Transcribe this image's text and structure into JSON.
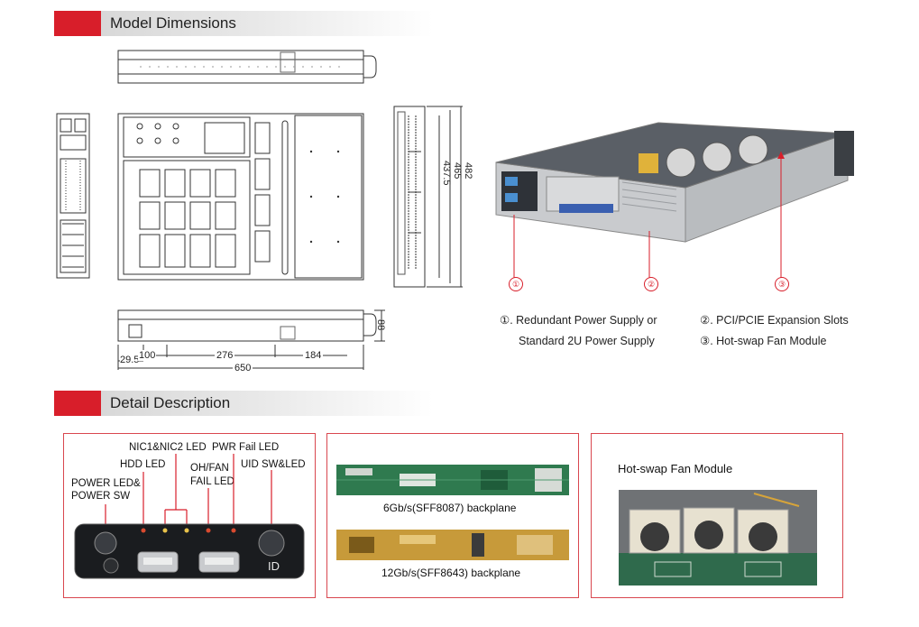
{
  "sections": {
    "dimensions_title": "Model Dimensions",
    "detail_title": "Detail Description"
  },
  "dimensions": {
    "side_right": [
      "482",
      "465",
      "437.5"
    ],
    "height": "88",
    "bottom": [
      "29.5",
      "100",
      "276",
      "184",
      "650"
    ]
  },
  "callouts": [
    "①",
    "②",
    "③"
  ],
  "features": {
    "item1_line1": "①. Redundant Power Supply or",
    "item1_line2": "Standard 2U Power Supply",
    "item2": "②. PCI/PCIE Expansion Slots",
    "item3": "③. Hot-swap Fan Module"
  },
  "front_panel": {
    "nic_led": "NIC1&NIC2 LED",
    "pwr_fail": "PWR Fail LED",
    "hdd_led": "HDD LED",
    "oh_fan_1": "OH/FAN",
    "oh_fan_2": "FAIL LED",
    "uid": "UID SW&LED",
    "power_1": "POWER LED&",
    "power_2": "POWER SW",
    "id_text": "ID"
  },
  "backplanes": {
    "sata": "6Gb/s(SFF8087) backplane",
    "sas": "12Gb/s(SFF8643) backplane"
  },
  "fan": {
    "title": "Hot-swap Fan Module"
  },
  "colors": {
    "accent": "#d81e2a",
    "panel_border": "#d9474f",
    "pcb_green": "#2f7a4f",
    "pcb_gold": "#c79a3a"
  }
}
